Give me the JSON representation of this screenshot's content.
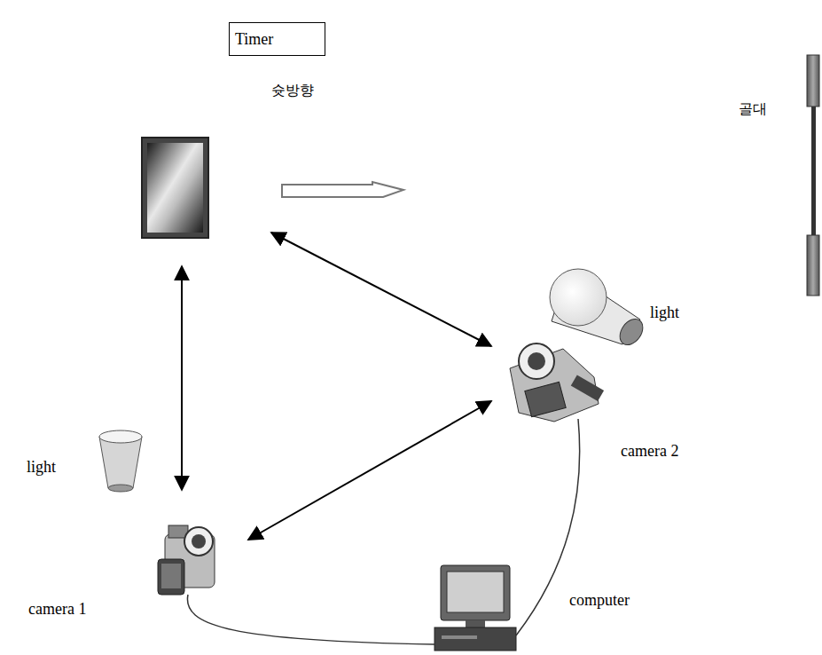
{
  "diagram": {
    "nodes": [
      {
        "text": [
          "Timer"
        ]
      }
    ],
    "labels": [
      "슛방향",
      "골대",
      "light",
      "light",
      "camera 1",
      "camera 2",
      "computer"
    ]
  }
}
